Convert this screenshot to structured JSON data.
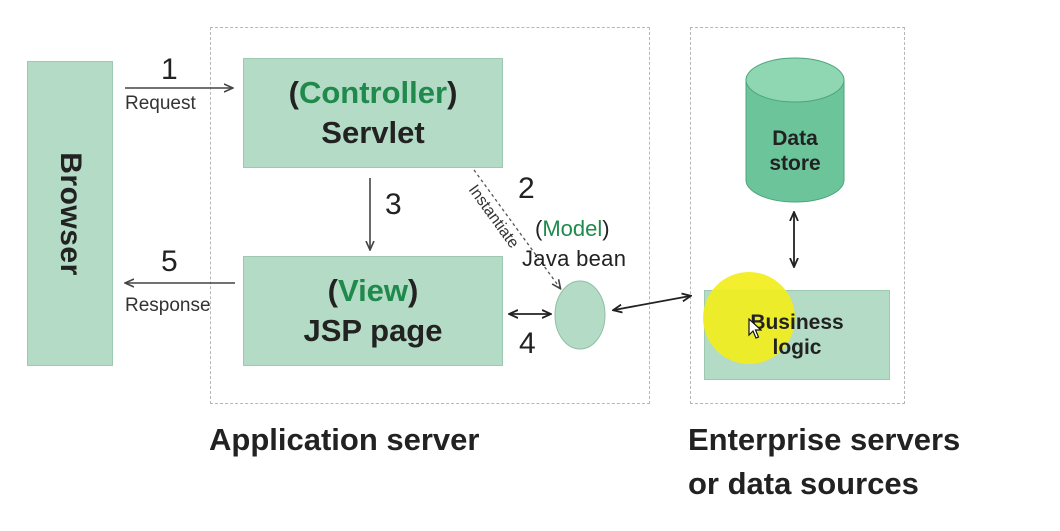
{
  "browser": {
    "label": "Browser"
  },
  "controller": {
    "role": "Controller",
    "name": "Servlet"
  },
  "view": {
    "role": "View",
    "name": "JSP page"
  },
  "model": {
    "role": "Model",
    "name": "Java bean"
  },
  "datastore": {
    "line1": "Data",
    "line2": "store"
  },
  "business": {
    "line1": "Business",
    "line2": "logic"
  },
  "arrows": {
    "request": {
      "number": "1",
      "label": "Request"
    },
    "instantiate": {
      "number": "2",
      "label": "Instantiate"
    },
    "forward": {
      "number": "3"
    },
    "bean_access": {
      "number": "4"
    },
    "response": {
      "number": "5",
      "label": "Response"
    }
  },
  "captions": {
    "app_server": "Application server",
    "enterprise_line1": "Enterprise servers",
    "enterprise_line2": "or data sources"
  },
  "colors": {
    "box_fill": "#b3dbc5",
    "accent_text": "#1f8a4c",
    "cylinder": "#6cc49b",
    "highlight": "#f2ee1c"
  }
}
